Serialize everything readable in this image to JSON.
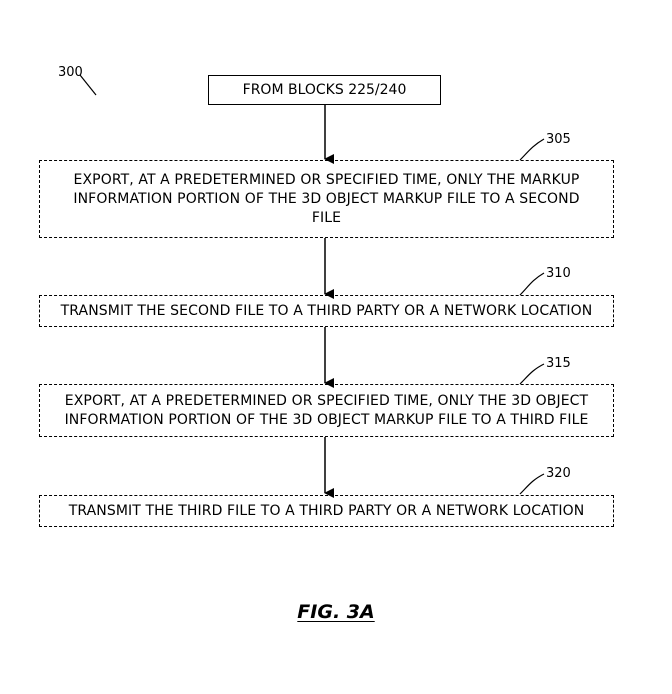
{
  "figure_ref": "300",
  "start": {
    "label": "FROM BLOCKS 225/240"
  },
  "steps": [
    {
      "ref": "305",
      "text": "EXPORT, AT A PREDETERMINED OR SPECIFIED TIME, ONLY THE MARKUP INFORMATION PORTION OF THE 3D OBJECT MARKUP FILE TO A SECOND FILE"
    },
    {
      "ref": "310",
      "text": "TRANSMIT THE SECOND FILE TO A THIRD PARTY OR A NETWORK LOCATION"
    },
    {
      "ref": "315",
      "text": "EXPORT, AT A PREDETERMINED OR SPECIFIED TIME, ONLY THE 3D OBJECT INFORMATION PORTION OF THE 3D OBJECT MARKUP FILE TO A THIRD FILE"
    },
    {
      "ref": "320",
      "text": "TRANSMIT THE THIRD FILE TO A THIRD PARTY OR A NETWORK LOCATION"
    }
  ],
  "caption": "FIG. 3A"
}
